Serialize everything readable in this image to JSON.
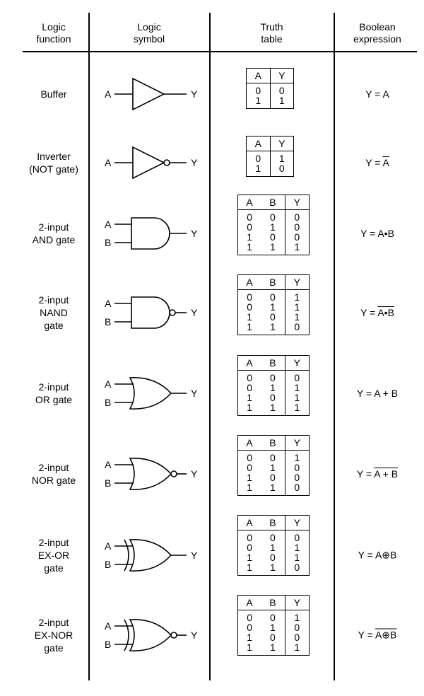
{
  "headers": [
    "Logic\nfunction",
    "Logic\nsymbol",
    "Truth\ntable",
    "Boolean\nexpression"
  ],
  "rows": [
    {
      "function": "Buffer",
      "gate": "buffer",
      "inputs": [
        "A"
      ],
      "output": "Y",
      "table": {
        "cols": [
          "A",
          "Y"
        ],
        "rows": [
          [
            "0",
            "0"
          ],
          [
            "1",
            "1"
          ]
        ]
      },
      "expr": {
        "lhs": "Y = ",
        "rhs": "A",
        "bar": false
      }
    },
    {
      "function": "Inverter\n(NOT gate)",
      "gate": "not",
      "inputs": [
        "A"
      ],
      "output": "Y",
      "table": {
        "cols": [
          "A",
          "Y"
        ],
        "rows": [
          [
            "0",
            "1"
          ],
          [
            "1",
            "0"
          ]
        ]
      },
      "expr": {
        "lhs": "Y = ",
        "rhs": "A",
        "bar": true
      }
    },
    {
      "function": "2-input\nAND gate",
      "gate": "and",
      "inputs": [
        "A",
        "B"
      ],
      "output": "Y",
      "table": {
        "cols": [
          "A",
          "B",
          "Y"
        ],
        "rows": [
          [
            "0",
            "0",
            "0"
          ],
          [
            "0",
            "1",
            "0"
          ],
          [
            "1",
            "0",
            "0"
          ],
          [
            "1",
            "1",
            "1"
          ]
        ]
      },
      "expr": {
        "lhs": "Y = ",
        "rhs": "A•B",
        "bar": false
      }
    },
    {
      "function": "2-input\nNAND\ngate",
      "gate": "nand",
      "inputs": [
        "A",
        "B"
      ],
      "output": "Y",
      "table": {
        "cols": [
          "A",
          "B",
          "Y"
        ],
        "rows": [
          [
            "0",
            "0",
            "1"
          ],
          [
            "0",
            "1",
            "1"
          ],
          [
            "1",
            "0",
            "1"
          ],
          [
            "1",
            "1",
            "0"
          ]
        ]
      },
      "expr": {
        "lhs": "Y = ",
        "rhs": "A•B",
        "bar": true
      }
    },
    {
      "function": "2-input\nOR gate",
      "gate": "or",
      "inputs": [
        "A",
        "B"
      ],
      "output": "Y",
      "table": {
        "cols": [
          "A",
          "B",
          "Y"
        ],
        "rows": [
          [
            "0",
            "0",
            "0"
          ],
          [
            "0",
            "1",
            "1"
          ],
          [
            "1",
            "0",
            "1"
          ],
          [
            "1",
            "1",
            "1"
          ]
        ]
      },
      "expr": {
        "lhs": "Y = ",
        "rhs": "A + B",
        "bar": false
      }
    },
    {
      "function": "2-input\nNOR gate",
      "gate": "nor",
      "inputs": [
        "A",
        "B"
      ],
      "output": "Y",
      "table": {
        "cols": [
          "A",
          "B",
          "Y"
        ],
        "rows": [
          [
            "0",
            "0",
            "1"
          ],
          [
            "0",
            "1",
            "0"
          ],
          [
            "1",
            "0",
            "0"
          ],
          [
            "1",
            "1",
            "0"
          ]
        ]
      },
      "expr": {
        "lhs": "Y = ",
        "rhs": "A + B",
        "bar": true
      }
    },
    {
      "function": "2-input\nEX-OR\ngate",
      "gate": "xor",
      "inputs": [
        "A",
        "B"
      ],
      "output": "Y",
      "table": {
        "cols": [
          "A",
          "B",
          "Y"
        ],
        "rows": [
          [
            "0",
            "0",
            "0"
          ],
          [
            "0",
            "1",
            "1"
          ],
          [
            "1",
            "0",
            "1"
          ],
          [
            "1",
            "1",
            "0"
          ]
        ]
      },
      "expr": {
        "lhs": "Y = ",
        "rhs": "A⊕B",
        "bar": false
      }
    },
    {
      "function": "2-input\nEX-NOR\ngate",
      "gate": "xnor",
      "inputs": [
        "A",
        "B"
      ],
      "output": "Y",
      "table": {
        "cols": [
          "A",
          "B",
          "Y"
        ],
        "rows": [
          [
            "0",
            "0",
            "1"
          ],
          [
            "0",
            "1",
            "0"
          ],
          [
            "1",
            "0",
            "0"
          ],
          [
            "1",
            "1",
            "1"
          ]
        ]
      },
      "expr": {
        "lhs": "Y = ",
        "rhs": "A⊕B",
        "bar": true
      }
    }
  ]
}
